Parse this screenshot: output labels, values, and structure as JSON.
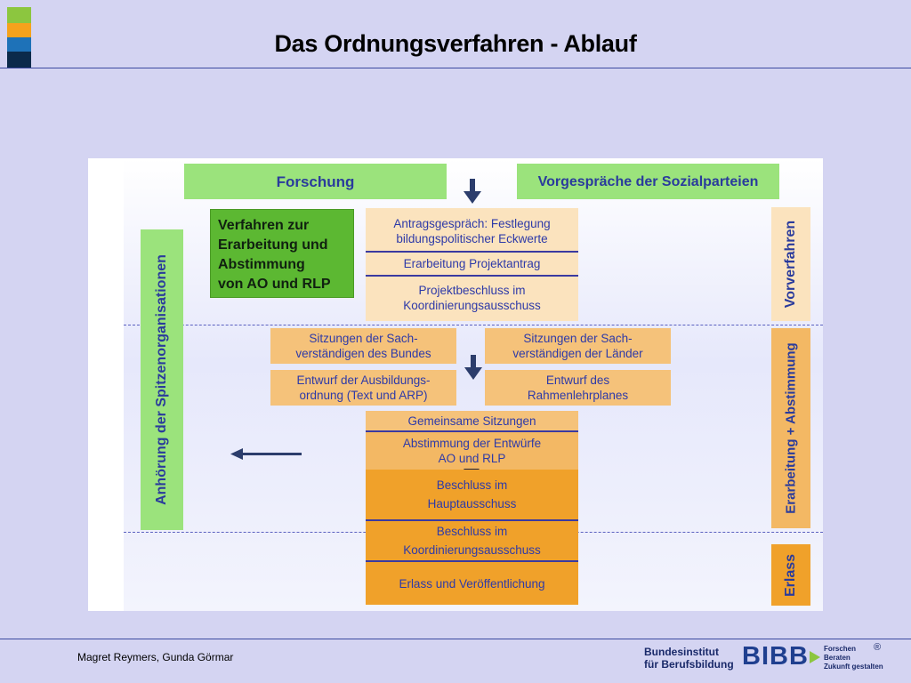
{
  "header": {
    "title": "Das Ordnungsverfahren  -  Ablauf"
  },
  "colors": {
    "logo_green": "#8cc63f",
    "logo_orange": "#f5a21c",
    "logo_blue": "#1e72b8",
    "logo_navy": "#0b2a4a",
    "accent_line": "#3c4aa0"
  },
  "diagram": {
    "forschung": "Forschung",
    "vorgespraeche": "Vorgespräche der Sozialparteien",
    "verfahren_lines": [
      "Verfahren zur",
      "Erarbeitung und",
      "Abstimmung",
      "von AO und RLP"
    ],
    "antragsgespraech_lines": [
      "Antragsgespräch: Festlegung",
      "bildungspolitischer Eckwerte"
    ],
    "erarbeitung_projektantrag": "Erarbeitung Projektantrag",
    "projektbeschluss_lines": [
      "Projektbeschluss im",
      "Koordinierungsausschuss"
    ],
    "sitzungen_bund_lines": [
      "Sitzungen der Sach-",
      "verständigen des Bundes"
    ],
    "sitzungen_laender_lines": [
      "Sitzungen der Sach-",
      "verständigen der Länder"
    ],
    "entwurf_ausbildung_lines": [
      "Entwurf der Ausbildungs-",
      "ordnung (Text und ARP)"
    ],
    "entwurf_rahmen_lines": [
      "Entwurf des",
      "Rahmenlehrplanes"
    ],
    "gemeinsame_sitzungen": "Gemeinsame Sitzungen",
    "abstimmung_entwuerfe_lines": [
      "Abstimmung der Entwürfe",
      "AO und RLP"
    ],
    "beschluss_haupt_lines": [
      "Beschluss im",
      "Hauptausschuss"
    ],
    "beschluss_koord_lines": [
      "Beschluss im",
      "Koordinierungsausschuss"
    ],
    "erlass_veroeffentlichung": "Erlass und Veröffentlichung",
    "side_anhoerung": "Anhörung der Spitzenorganisationen",
    "side_vorverfahren": "Vorverfahren",
    "side_erarbeitung": "Erarbeitung + Abstimmung",
    "side_erlass": "Erlass"
  },
  "footer": {
    "authors": "Magret Reymers, Gunda Görmar",
    "institute_line1": "Bundesinstitut",
    "institute_line2": "für Berufsbildung",
    "brand": "BIBB",
    "slogan_lines": [
      "Forschen",
      "Beraten",
      "Zukunft gestalten"
    ],
    "registered": "®"
  }
}
